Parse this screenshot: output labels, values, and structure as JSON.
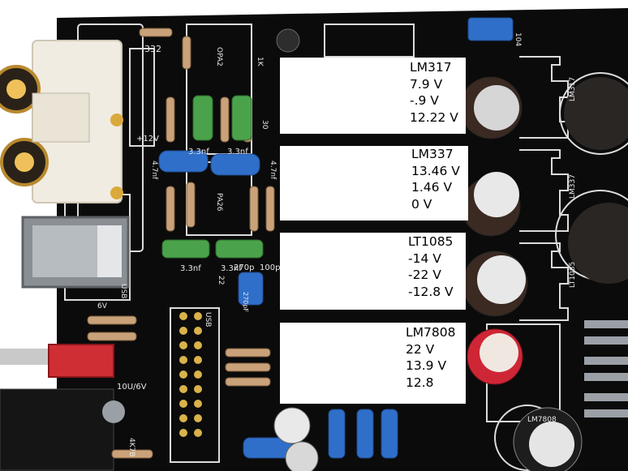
{
  "labels": [
    {
      "part": "LM317",
      "readings": [
        "7.9 V",
        "-.9 V",
        "12.22 V"
      ]
    },
    {
      "part": "LM337",
      "readings": [
        "13.46 V",
        "1.46 V",
        "0 V"
      ]
    },
    {
      "part": "LT1085",
      "readings": [
        "-14 V",
        "-22 V",
        "-12.8 V"
      ]
    },
    {
      "part": "LM7808",
      "readings": [
        "22 V",
        "13.9 V",
        "12.8"
      ]
    }
  ],
  "silkscreen": {
    "r332": "332",
    "plus12v": "+12V",
    "cap_a": "3.3nf",
    "cap_b": "3.3nf",
    "cap_c": "3.3nf",
    "cap_d": "3.3nf",
    "c47_a": "4.7nf",
    "c47_b": "4.7nf",
    "c270": "270p",
    "c100": "100p",
    "usb_a": "USB",
    "usb_b": "USB",
    "u6v": "6V",
    "u10v": "10U/6V",
    "r4k7": "4K7B",
    "opa": "OPA2",
    "pa26": "PA26",
    "r1k": "1K",
    "r30": "30",
    "c104": "104",
    "lm317": "LM317",
    "lm337": "LM337",
    "lt1085": "LT1085",
    "lm7808": "LM7808",
    "cap_text": "270pF",
    "c22": "22"
  },
  "colors": {
    "pcb": "#0a0a0a",
    "silk": "#e8e8e8",
    "resistor": "#c9a27a",
    "green_cap": "#4aa34a",
    "blue_cap": "#2f6fc9",
    "white_box": "#ffffff"
  }
}
